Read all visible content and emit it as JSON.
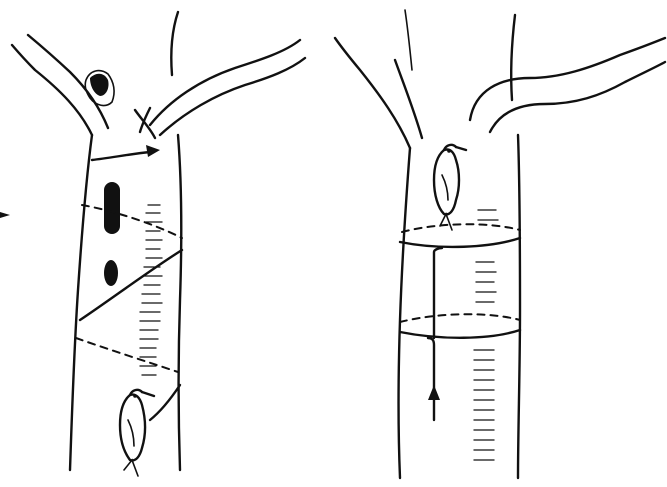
{
  "figure": {
    "panels": [
      {
        "id": "left",
        "subject": "tree-trunk-spiral-path",
        "path_style": "spiral"
      },
      {
        "id": "right",
        "subject": "tree-trunk-vertical-path",
        "path_style": "straight-up-with-loops"
      }
    ]
  },
  "colors": {
    "ink": "#111111",
    "background": "#ffffff"
  },
  "icons": [
    "woodpecker-icon",
    "woodpecker-icon",
    "arrow-icon",
    "arrow-icon",
    "knot-hole-icon"
  ]
}
